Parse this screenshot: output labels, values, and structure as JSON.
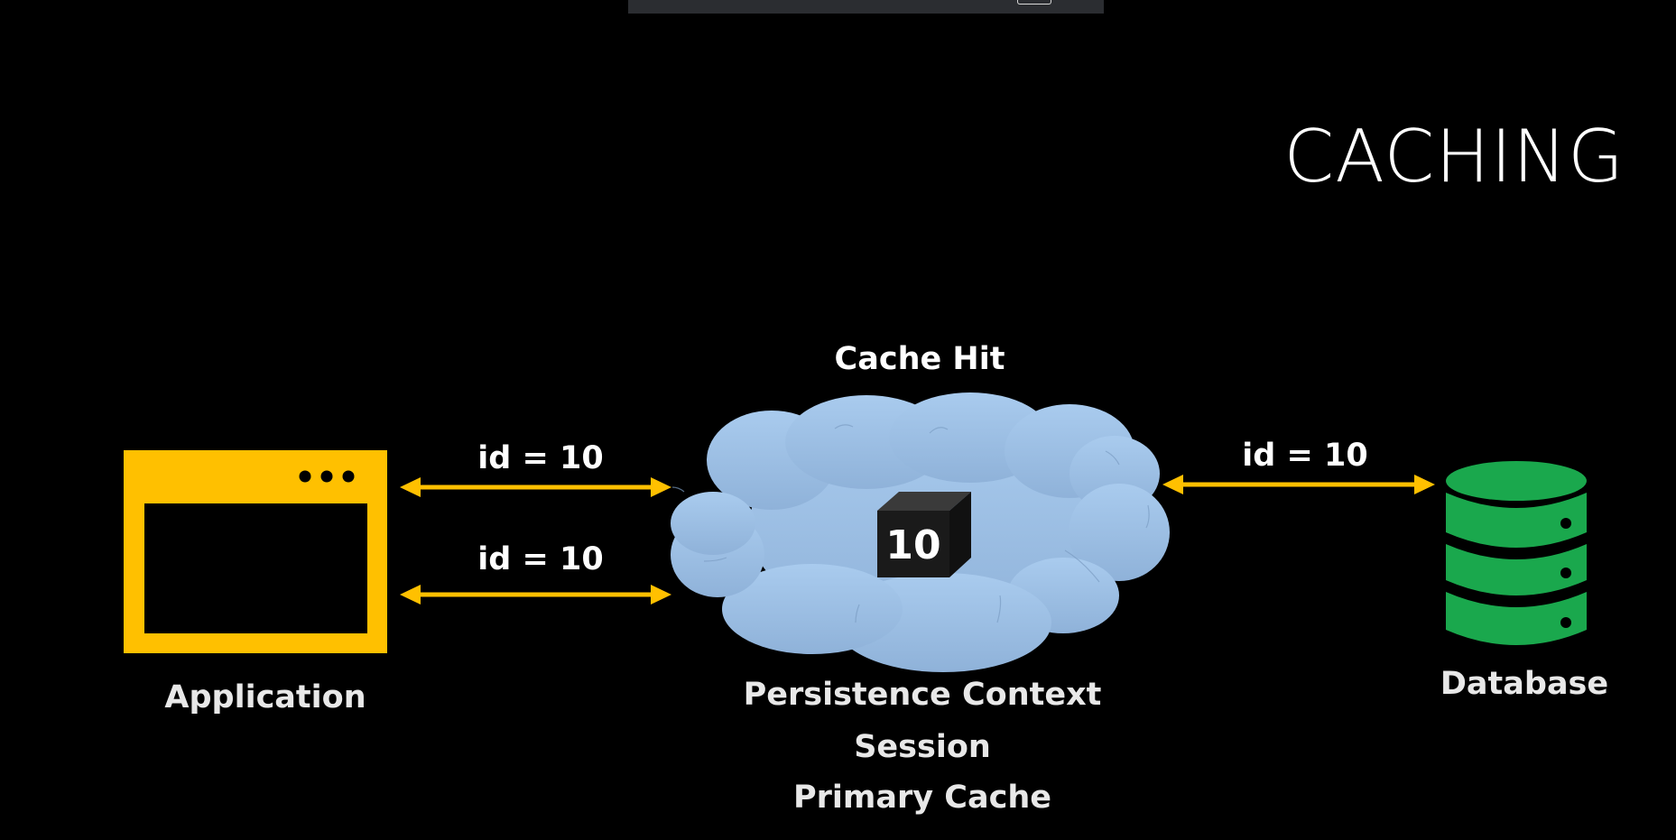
{
  "title": "CACHING",
  "cache_hit_label": "Cache Hit",
  "application": {
    "label": "Application",
    "icon": "app-window-icon",
    "color": "#ffc000"
  },
  "cache": {
    "icon": "cloud-icon",
    "color": "#a6c8ec",
    "cube_value": "10",
    "labels": [
      "Persistence Context",
      "Session",
      "Primary Cache"
    ]
  },
  "database": {
    "label": "Database",
    "icon": "database-icon",
    "color": "#1aa84d"
  },
  "arrows": {
    "color": "#ffc000",
    "app_to_cache_top": "id = 10",
    "app_to_cache_bottom": "id = 10",
    "cache_to_db": "id = 10"
  }
}
